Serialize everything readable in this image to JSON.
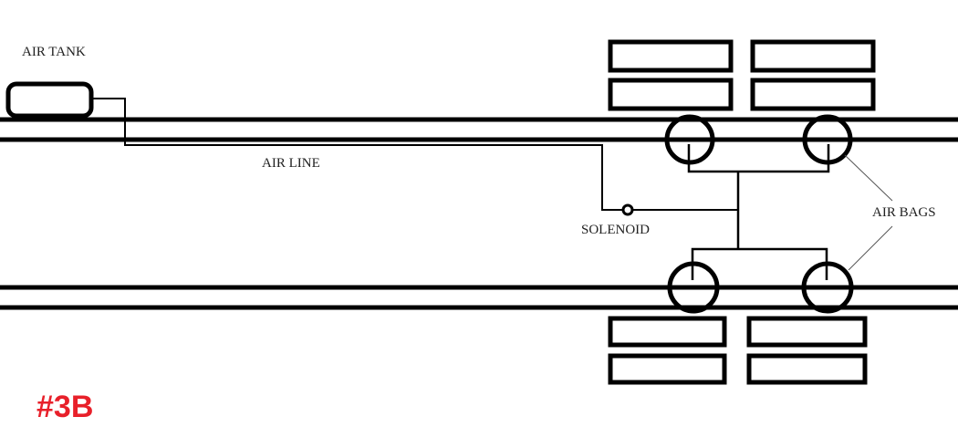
{
  "labels": {
    "air_tank": "AIR TANK",
    "air_line": "AIR LINE",
    "solenoid": "SOLENOID",
    "air_bags": "AIR BAGS",
    "figure_tag": "#3B"
  },
  "colors": {
    "line": "#000000",
    "tag": "#e8202a"
  }
}
